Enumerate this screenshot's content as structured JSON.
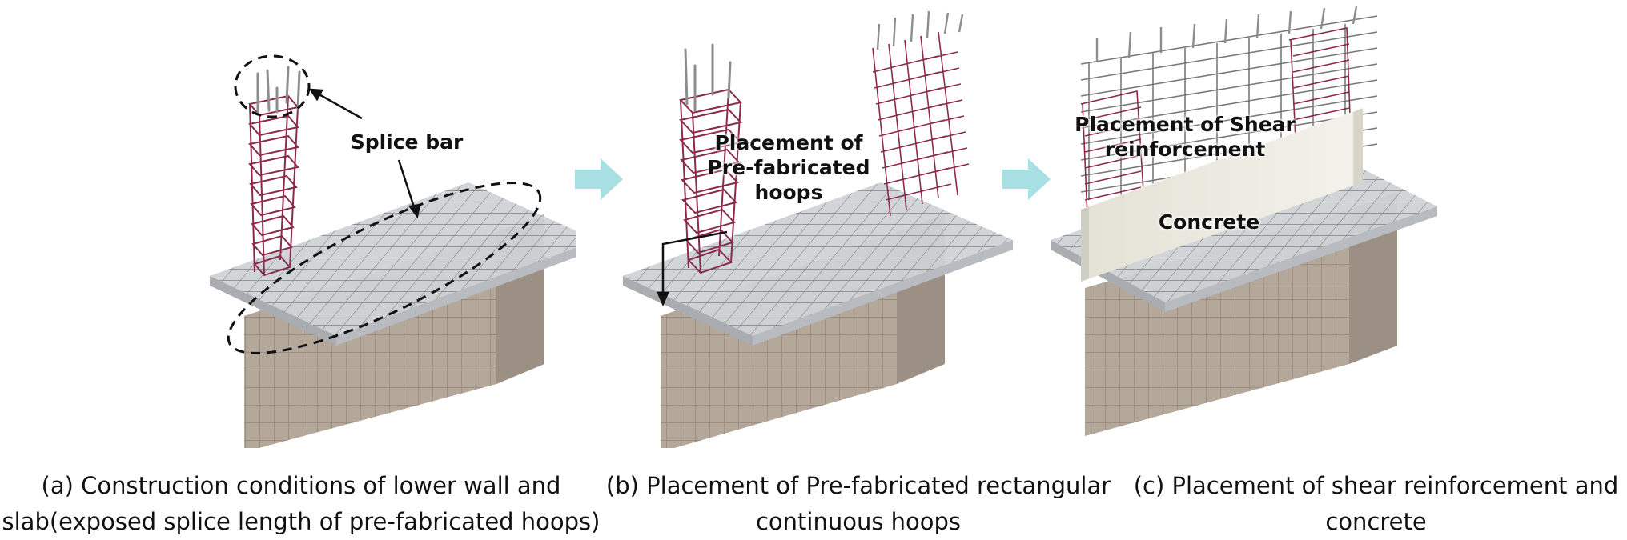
{
  "panels": [
    {
      "id": "a",
      "labels": {
        "splice_bar": "Splice bar"
      },
      "caption": "(a) Construction conditions of lower wall and\nslab(exposed splice length of pre-fabricated hoops)"
    },
    {
      "id": "b",
      "labels": {
        "placement_hoops": "Placement of\nPre-fabricated\nhoops"
      },
      "caption": "(b) Placement of Pre-fabricated rectangular\ncontinuous hoops"
    },
    {
      "id": "c",
      "labels": {
        "placement_shear": "Placement of Shear\nreinforcement",
        "concrete": "Concrete"
      },
      "caption": "(c) Placement of shear reinforcement and\nconcrete"
    }
  ],
  "colors": {
    "transition_arrow": "#a8dfe3",
    "hoop": "#8b2a4a",
    "rebar": "#7a7a7a",
    "slab": "#c9cdd1",
    "wall": "#a89a8c",
    "concrete": "#ecebe1"
  },
  "icons": [
    "transition-arrow-icon",
    "dashed-ellipse-icon",
    "pointer-arrow-icon"
  ]
}
